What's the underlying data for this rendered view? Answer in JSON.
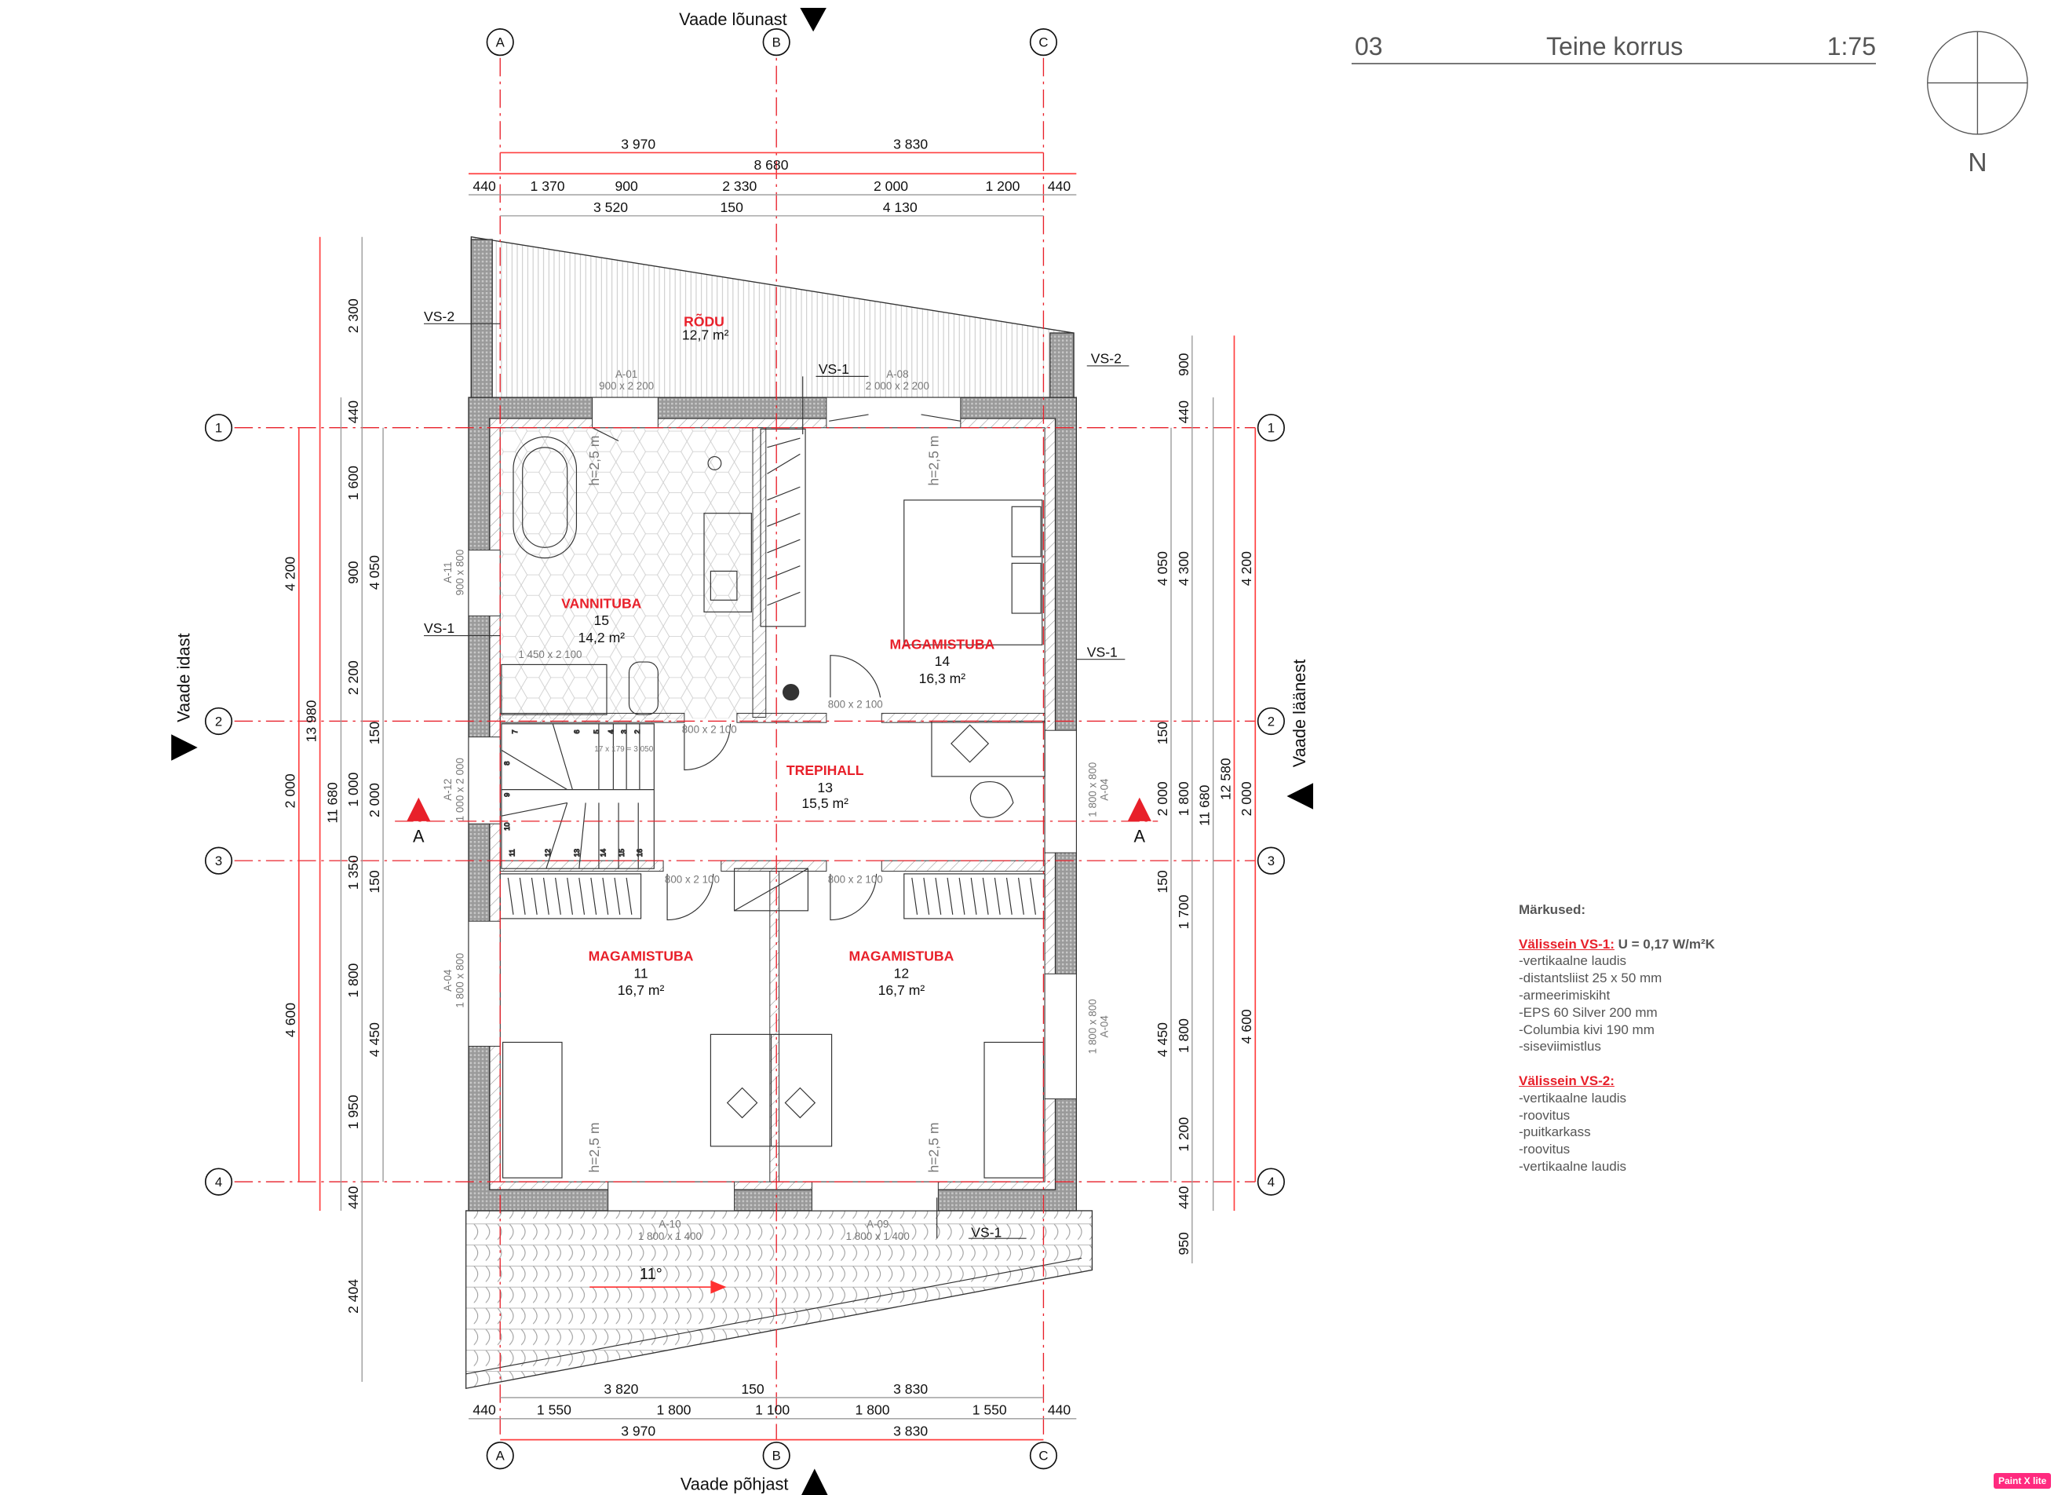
{
  "title_block": {
    "number": "03",
    "name": "Teine korrus",
    "scale": "1:75",
    "north": "N"
  },
  "views": {
    "south": "Vaade lõunast",
    "north": "Vaade põhjast",
    "east": "Vaade idast",
    "west": "Vaade läänest"
  },
  "section_marker": "A",
  "grid_axes": {
    "columns": [
      "A",
      "B",
      "C"
    ],
    "rows": [
      "1",
      "2",
      "3",
      "4"
    ]
  },
  "rooms": [
    {
      "name": "RÕDU",
      "number": "",
      "area": "12,7 m²"
    },
    {
      "name": "VANNITUBA",
      "number": "15",
      "area": "14,2 m²"
    },
    {
      "name": "MAGAMISTUBA",
      "number": "14",
      "area": "16,3 m²"
    },
    {
      "name": "TREPIHALL",
      "number": "13",
      "area": "15,5 m²"
    },
    {
      "name": "MAGAMISTUBA",
      "number": "11",
      "area": "16,7 m²"
    },
    {
      "name": "MAGAMISTUBA",
      "number": "12",
      "area": "16,7 m²"
    }
  ],
  "dimensions": {
    "top_axes": [
      "3 970",
      "3 830"
    ],
    "top_total": "8 680",
    "top_segments": [
      "440",
      "1 370",
      "900",
      "2 330",
      "2 000",
      "1 200",
      "440"
    ],
    "top_inner": [
      "3 520",
      "150",
      "4 130"
    ],
    "bottom_inner": [
      "3 820",
      "150",
      "3 830"
    ],
    "bottom_segments": [
      "440",
      "1 550",
      "1 800",
      "1 100",
      "1 800",
      "1 550",
      "440"
    ],
    "bottom_axes": [
      "3 970",
      "3 830"
    ],
    "left_axes": [
      "4 200",
      "2 000",
      "4 600"
    ],
    "left_total": "13 980",
    "left_building": "11 680",
    "left_segments": [
      "2 300",
      "440",
      "1 600",
      "900",
      "2 200",
      "1 000",
      "1 350",
      "1 800",
      "1 950",
      "440",
      "2 404"
    ],
    "left_inner": [
      "4 050",
      "150",
      "2 000",
      "150",
      "4 450"
    ],
    "right_inner": [
      "4 050",
      "150",
      "2 000",
      "150",
      "4 450"
    ],
    "right_segments": [
      "900",
      "440",
      "4 300",
      "1 800",
      "1 700",
      "1 800",
      "1 200",
      "440",
      "950"
    ],
    "right_building": "11 680",
    "right_total": "12 580",
    "right_axes": [
      "4 200",
      "2 000",
      "4 600"
    ]
  },
  "openings": {
    "a01": {
      "id": "A-01",
      "size": "900 x 2 200"
    },
    "a08": {
      "id": "A-08",
      "size": "2 000 x 2 200"
    },
    "a11": {
      "id": "A-11",
      "size": "900 x 800"
    },
    "a12": {
      "id": "A-12",
      "size": "1 000 x 2 000"
    },
    "a04_left": {
      "id": "A-04",
      "size": "1 800 x 800"
    },
    "a04_right_top": {
      "id": "A-04",
      "size": "1 800 x 800"
    },
    "a04_right_bottom": {
      "id": "A-04",
      "size": "1 800 x 800"
    },
    "a10": {
      "id": "A-10",
      "size": "1 800 x 1 400"
    },
    "a09": {
      "id": "A-09",
      "size": "1 800 x 1 400"
    },
    "doors": [
      "1 450 x 2 100",
      "800 x 2 100",
      "800 x 2 100",
      "800 x 2 100",
      "800 x 2 100"
    ]
  },
  "stair": {
    "formula": "17 x 179 = 3 050",
    "steps": [
      "2",
      "3",
      "4",
      "5",
      "6",
      "7",
      "8",
      "9",
      "10",
      "11",
      "12",
      "13",
      "14",
      "15",
      "16"
    ]
  },
  "wall_tags": {
    "vs2_left": "VS-2",
    "vs2_right": "VS-2",
    "vs1_top": "VS-1",
    "vs1_left": "VS-1",
    "vs1_right": "VS-1",
    "vs1_bottom": "VS-1"
  },
  "ceiling_height": "h=2,5 m",
  "roof_slope": "11°",
  "notes": {
    "heading": "Märkused:",
    "vs1": {
      "title": "Välissein VS-1:",
      "value": "U = 0,17 W/m²K",
      "layers": [
        "-vertikaalne laudis",
        "-distantsliist 25 x 50 mm",
        "-armeerimiskiht",
        "-EPS 60 Silver 200 mm",
        "-Columbia kivi 190 mm",
        "-siseviimistlus"
      ]
    },
    "vs2": {
      "title": "Välissein VS-2:",
      "layers": [
        "-vertikaalne laudis",
        "-roovitus",
        "-puitkarkass",
        "-roovitus",
        "-vertikaalne laudis"
      ]
    }
  },
  "logo": {
    "text": "Paint X lite"
  },
  "colors": {
    "grid": "#e8202a",
    "room_label": "#e8202a",
    "badge": "#ff2a7f"
  }
}
